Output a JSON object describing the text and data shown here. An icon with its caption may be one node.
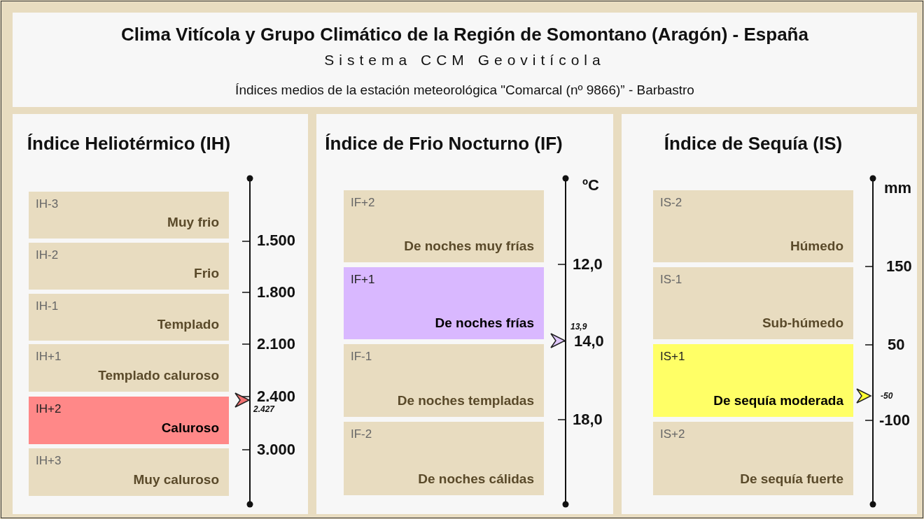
{
  "diagram": {
    "title": "Clima Vitícola y Grupo Climático de la Región de Somontano (Aragón) - España",
    "nodes": [
      {
        "text": [
          "Índice Heliotérmico (IH)"
        ]
      },
      {
        "text": [
          "IH-3",
          "Muy frio"
        ],
        "in": 0
      },
      {
        "text": [
          "IH-2",
          "Frio"
        ],
        "in": 0
      },
      {
        "text": [
          "IH-1",
          "Templado"
        ],
        "in": 0
      },
      {
        "text": [
          "IH+1",
          "Templado caluroso"
        ],
        "in": 0
      },
      {
        "text": [
          "IH+2",
          "Caluroso"
        ],
        "in": 0
      },
      {
        "text": [
          "IH+3",
          "Muy caluroso"
        ],
        "in": 0
      },
      {
        "text": [
          "Índice de Frio Nocturno (IF)"
        ]
      },
      {
        "text": [
          "IF+2",
          "De noches muy frías"
        ],
        "in": 7
      },
      {
        "text": [
          "IF+1",
          "De noches frías"
        ],
        "in": 7
      },
      {
        "text": [
          "IF-1",
          "De noches templadas"
        ],
        "in": 7
      },
      {
        "text": [
          "IF-2",
          "De noches cálidas"
        ],
        "in": 7
      },
      {
        "text": [
          "Índice de Sequía (IS)"
        ]
      },
      {
        "text": [
          "IS-2",
          "Húmedo"
        ],
        "in": 12
      },
      {
        "text": [
          "IS-1",
          "Sub-húmedo"
        ],
        "in": 12
      },
      {
        "text": [
          "IS+1",
          "De sequía moderada"
        ],
        "in": 12
      },
      {
        "text": [
          "IS+2",
          "De sequía fuerte"
        ],
        "in": 12
      }
    ],
    "labels": [
      "Sistema CCM Geovitícola",
      "Índices medios de la estación meteorológica \"Comarcal (nº 9866)” - Barbastro",
      "1.500",
      "1.800",
      "2.100",
      "2.400",
      "2.427",
      "3.000",
      "ºC",
      "12,0",
      "13,9",
      "14,0",
      "18,0",
      "mm",
      "150",
      "50",
      "-50",
      "-100"
    ]
  }
}
